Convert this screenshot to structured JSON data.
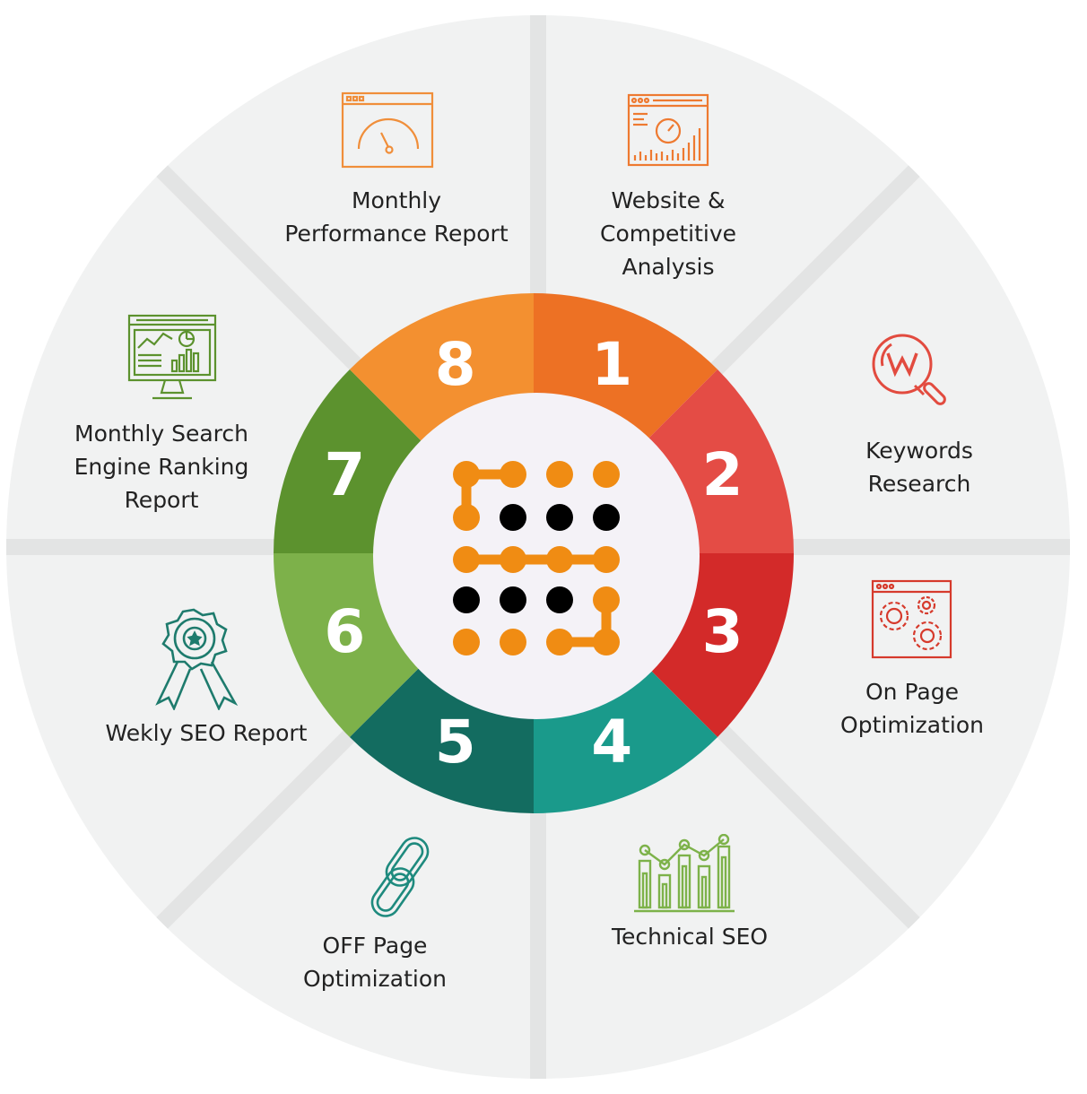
{
  "steps": [
    {
      "number": "1",
      "label": "Website &\nCompetitive\nAnalysis",
      "color": "#ED7124",
      "icon": "website-dashboard-icon",
      "icon_color": "#EE7A31"
    },
    {
      "number": "2",
      "label": "Keywords\nResearch",
      "color": "#E44C45",
      "icon": "keyword-search-icon",
      "icon_color": "#E24B3F"
    },
    {
      "number": "3",
      "label": "On Page\nOptimization",
      "color": "#D32A29",
      "icon": "settings-gears-icon",
      "icon_color": "#D63A2C"
    },
    {
      "number": "4",
      "label": "Technical SEO",
      "color": "#1A9A8B",
      "icon": "bar-line-chart-icon",
      "icon_color": "#7DB24A"
    },
    {
      "number": "5",
      "label": "OFF Page\nOptimization",
      "color": "#136C60",
      "icon": "chain-link-icon",
      "icon_color": "#1E8A7E"
    },
    {
      "number": "6",
      "label": "Wekly SEO Report",
      "color": "#7DB14A",
      "icon": "award-ribbon-icon",
      "icon_color": "#1E7B6D"
    },
    {
      "number": "7",
      "label": "Monthly Search\nEngine Ranking\nReport",
      "color": "#5C922E",
      "icon": "monitor-analytics-icon",
      "icon_color": "#5C922E"
    },
    {
      "number": "8",
      "label": "Monthly\nPerformance Report",
      "color": "#F39030",
      "icon": "speedometer-window-icon",
      "icon_color": "#F08E3A"
    }
  ],
  "colors": {
    "outer_disc": "#F1F2F2",
    "divider": "#E3E4E4",
    "center_disc": "#F4F2F7",
    "logo_orange": "#F08C13",
    "logo_black": "#000000"
  }
}
